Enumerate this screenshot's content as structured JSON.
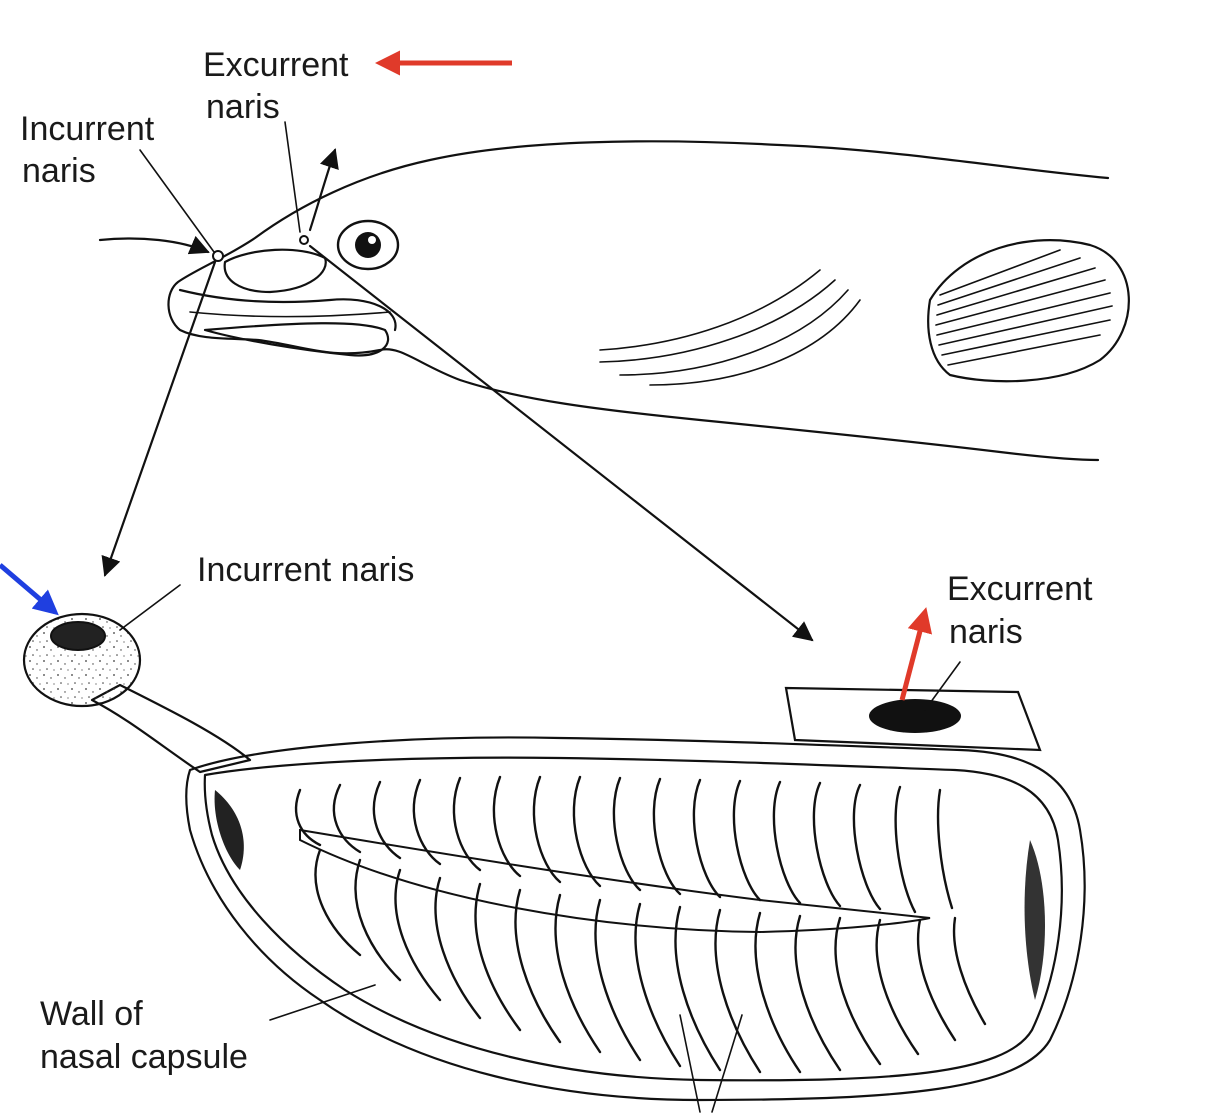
{
  "labels": {
    "excurrent_top_1": "Excurrent",
    "excurrent_top_2": "naris",
    "incurrent_top_1": "Incurrent",
    "incurrent_top_2": "naris",
    "incurrent_bottom": "Incurrent naris",
    "excurrent_bottom_1": "Excurrent",
    "excurrent_bottom_2": "naris",
    "wall_1": "Wall of",
    "wall_2": "nasal capsule"
  },
  "colors": {
    "annotation_red": "#e03a2a",
    "annotation_blue": "#1f3fe0",
    "ink": "#111111",
    "stipple": "#3a3a3a",
    "background": "#ffffff"
  }
}
